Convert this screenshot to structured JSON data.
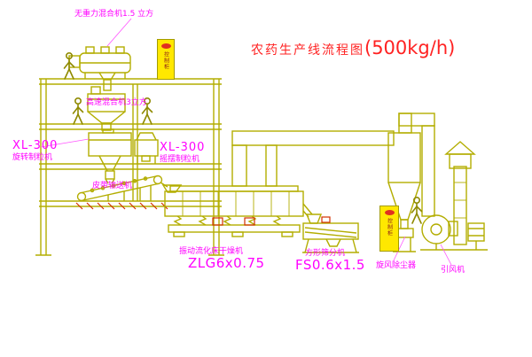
{
  "title": {
    "main": "农药生产线流程图",
    "capacity": "(500kg/h)"
  },
  "labels": {
    "top_mixer": "无重力混合机1.5 立方",
    "high_speed_mixer": "高速混合机3立方",
    "granulator_left_model": "XL-300",
    "granulator_left_name": "旋转制粒机",
    "granulator_right_model": "XL-300",
    "granulator_right_name": "摇摆制粒机",
    "belt_conveyor": "皮带输送机",
    "dryer_name": "振动流化床干燥机",
    "dryer_model": "ZLG6x0.75",
    "sieve_name": "方形筛分机",
    "sieve_model": "FS0.6x1.5",
    "cyclone": "旋风除尘器",
    "fan": "引风机",
    "cabinet_upper": "控制柜",
    "cabinet_lower": "控制柜"
  },
  "colors": {
    "line": "#b3ad00",
    "label": "#ff00ff",
    "title": "#ff2222",
    "panel_fill": "#ffe800",
    "accent_red": "#d23000"
  }
}
